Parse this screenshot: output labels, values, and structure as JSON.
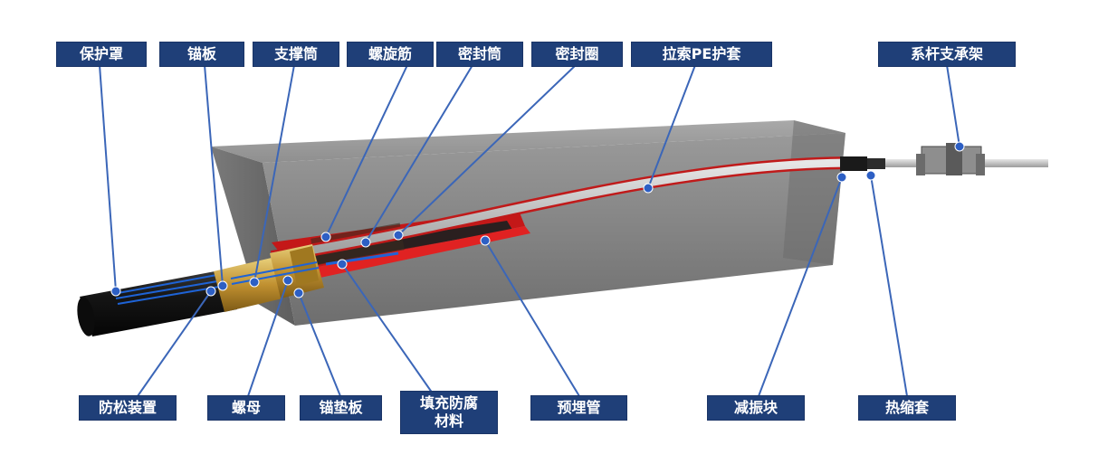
{
  "colors": {
    "label_bg": "#1f3f78",
    "label_text": "#ffffff",
    "leader": "#3b66b8",
    "concrete": "#8a8a8a",
    "pipe_red": "#d21f1f",
    "cable": "#c8c8c8",
    "anchor_brass": "#c9a23a",
    "cover_black": "#151515"
  },
  "labels": {
    "protective_cover": "保护罩",
    "anchor_plate": "锚板",
    "support_tube": "支撑筒",
    "spiral_rebar": "螺旋筋",
    "seal_tube": "密封筒",
    "seal_ring": "密封圈",
    "cable_pe_sheath": "拉索PE护套",
    "tie_rod_bracket": "系杆支承架",
    "anti_loosening_device": "防松装置",
    "nut": "螺母",
    "anchor_bearing_plate": "锚垫板",
    "anticorrosion_filler_line1": "填充防腐",
    "anticorrosion_filler_line2": "材料",
    "embedded_pipe": "预埋管",
    "damping_block": "减振块",
    "heat_shrink_sleeve": "热缩套"
  }
}
